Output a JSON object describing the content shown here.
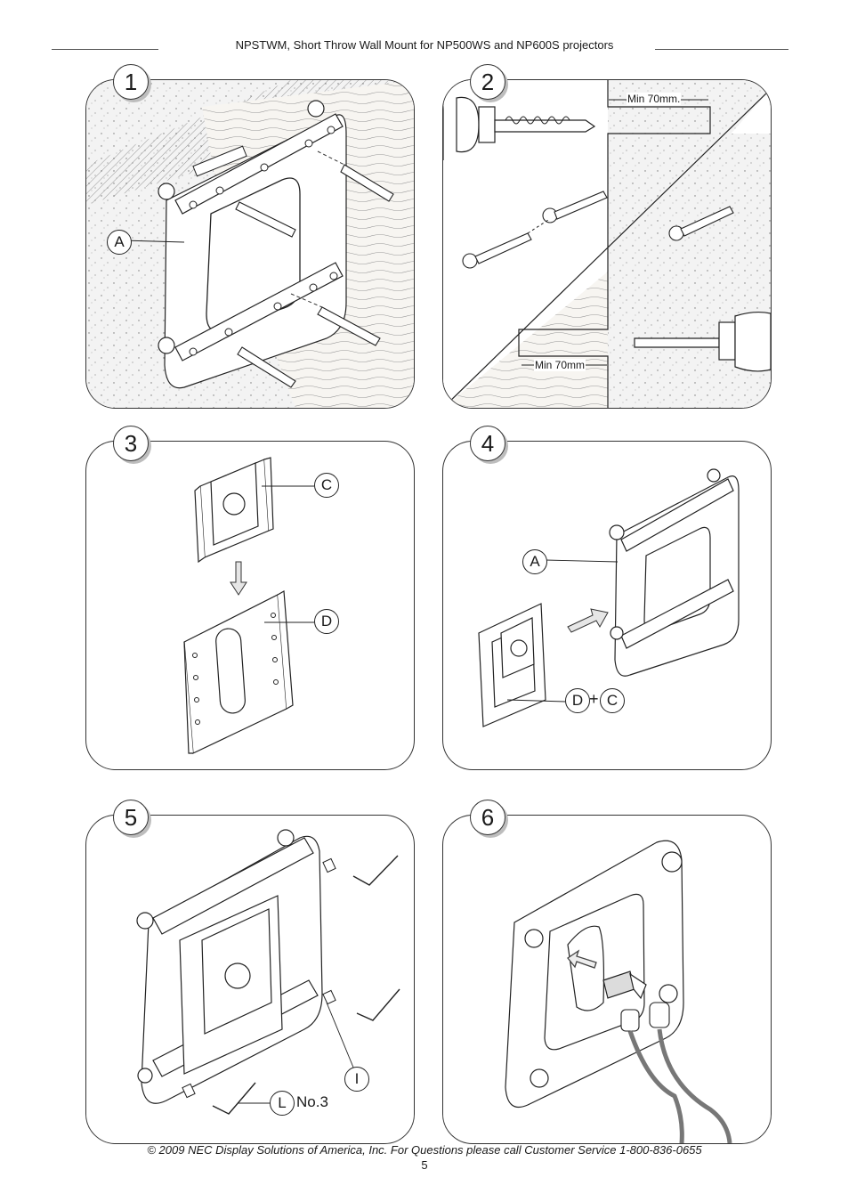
{
  "header": {
    "title": "NPSTWM, Short Throw Wall Mount for NP500WS and NP600S projectors"
  },
  "steps": [
    {
      "number": "1",
      "callouts": [
        "A"
      ]
    },
    {
      "number": "2",
      "dimensions": [
        "Min 70mm.",
        "Min 70mm"
      ]
    },
    {
      "number": "3",
      "callouts": [
        "C",
        "D"
      ]
    },
    {
      "number": "4",
      "callouts": [
        "A",
        "D",
        "C"
      ],
      "plus": "+"
    },
    {
      "number": "5",
      "callouts": [
        "I",
        "L"
      ],
      "tool_label": "No.3"
    },
    {
      "number": "6"
    }
  ],
  "footer": {
    "copyright": "© 2009 NEC Display Solutions of America, Inc. For Questions please call Customer Service 1-800-836-0655",
    "page_number": "5"
  },
  "colors": {
    "line": "#333333",
    "wall_fill": "#ececec",
    "wood_fill": "#f4f2ee",
    "cable": "#8a8a8a"
  }
}
